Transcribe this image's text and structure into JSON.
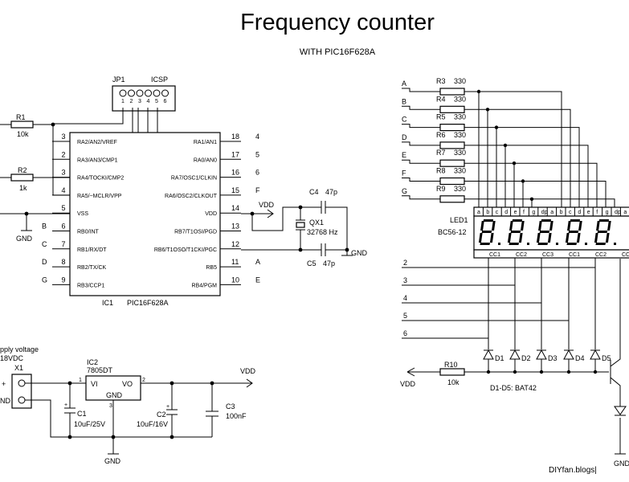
{
  "title": "Frequency counter",
  "subtitle": "WITH PIC16F628A",
  "credit": "DIYfan.blogs|",
  "jp1": {
    "ref": "JP1",
    "name": "ICSP",
    "pins": [
      "1",
      "2",
      "3",
      "4",
      "5",
      "6"
    ]
  },
  "r1": {
    "ref": "R1",
    "value": "10k"
  },
  "r2": {
    "ref": "R2",
    "value": "1k"
  },
  "ic1": {
    "ref": "IC1",
    "part": "PIC16F628A",
    "left_pins": [
      {
        "num": "3",
        "name": "RA2/AN2/VREF"
      },
      {
        "num": "2",
        "name": "RA3/AN3/CMP1"
      },
      {
        "num": "3",
        "name": "RA4/TOCKI/CMP2"
      },
      {
        "num": "4",
        "name": "RA5/~MCLR/VPP"
      },
      {
        "num": "5",
        "name": "VSS"
      },
      {
        "num": "6",
        "name": "RB0/INT"
      },
      {
        "num": "7",
        "name": "RB1/RX/DT"
      },
      {
        "num": "8",
        "name": "RB2/TX/CK"
      },
      {
        "num": "9",
        "name": "RB3/CCP1"
      }
    ],
    "left_nets": [
      "",
      "",
      "",
      "",
      "",
      "B",
      "C",
      "D",
      "G"
    ],
    "right_pins": [
      {
        "num": "18",
        "name": "RA1/AN1"
      },
      {
        "num": "17",
        "name": "RA0/AN0"
      },
      {
        "num": "16",
        "name": "RA7/OSC1/CLKIN"
      },
      {
        "num": "15",
        "name": "RA6/OSC2/CLKOUT"
      },
      {
        "num": "14",
        "name": "VDD"
      },
      {
        "num": "13",
        "name": "RB7/T1OSI/PGD"
      },
      {
        "num": "12",
        "name": "RB6/T1OSO/T1CKI/PGC"
      },
      {
        "num": "11",
        "name": "RB5"
      },
      {
        "num": "10",
        "name": "RB4/PGM"
      }
    ],
    "right_nets": [
      "4",
      "5",
      "6",
      "F",
      "",
      "",
      "",
      "A",
      "E"
    ]
  },
  "gnd": "GND",
  "vdd": "VDD",
  "c4": {
    "ref": "C4",
    "value": "47p"
  },
  "c5": {
    "ref": "C5",
    "value": "47p"
  },
  "qx1": {
    "ref": "QX1",
    "value": "32768 Hz"
  },
  "resistors": [
    {
      "net": "A",
      "ref": "R3",
      "value": "330"
    },
    {
      "net": "B",
      "ref": "R4",
      "value": "330"
    },
    {
      "net": "C",
      "ref": "R5",
      "value": "330"
    },
    {
      "net": "D",
      "ref": "R6",
      "value": "330"
    },
    {
      "net": "E",
      "ref": "R7",
      "value": "330"
    },
    {
      "net": "F",
      "ref": "R8",
      "value": "330"
    },
    {
      "net": "G",
      "ref": "R9",
      "value": "330"
    }
  ],
  "led1": {
    "ref": "LED1",
    "part": "BC56-12",
    "seg_labels": [
      "a",
      "b",
      "c",
      "d",
      "e",
      "f",
      "g",
      "dp",
      "a",
      "b",
      "c",
      "d",
      "e",
      "f",
      "g",
      "dp",
      "a"
    ],
    "cc_labels": [
      "CC1",
      "CC2",
      "CC3",
      "CC1",
      "CC2",
      "CC"
    ]
  },
  "digit_lines": [
    "2",
    "3",
    "4",
    "5",
    "6"
  ],
  "diodes": [
    "D1",
    "D2",
    "D3",
    "D4",
    "D5"
  ],
  "diode_note": "D1-D5: BAT42",
  "r10": {
    "ref": "R10",
    "value": "10k"
  },
  "supply": {
    "label": "pply voltage",
    "voltage": "18VDC",
    "ref": "X1",
    "plus": "+",
    "minus": "ND"
  },
  "ic2": {
    "ref": "IC2",
    "part": "7805DT",
    "vi": "VI",
    "vo": "VO",
    "gnd": "GND",
    "pin1": "1",
    "pin2": "2",
    "pin3": "3"
  },
  "c1": {
    "ref": "C1",
    "value": "10uF/25V"
  },
  "c2": {
    "ref": "C2",
    "value": "10uF/16V"
  },
  "c3": {
    "ref": "C3",
    "value": "100nF"
  }
}
